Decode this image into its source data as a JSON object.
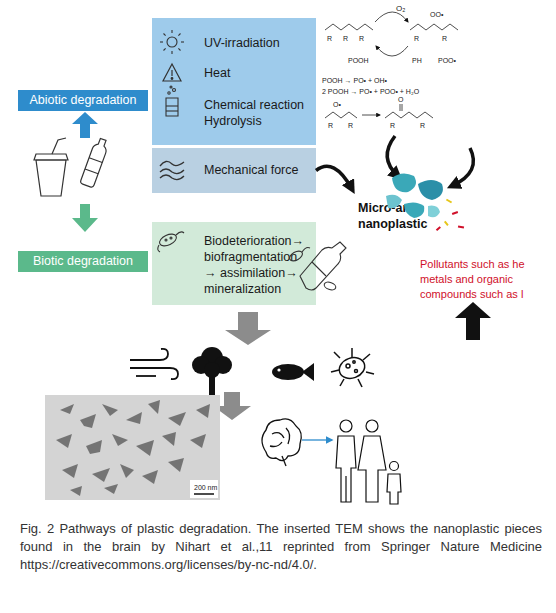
{
  "diagram": {
    "caption": "Fig. 2 Pathways of plastic degradation. The inserted TEM shows the nanoplastic pieces found in the brain by Nihart et al.,11 reprinted from Springer Nature Medicine https://creativecommons.org/licenses/by-nc-nd/4.0/.",
    "nodes": [
      {
        "text": [
          "Abiotic degradation"
        ]
      },
      {
        "text": [
          "UV-irradiation",
          "Heat",
          "Chemical reaction Hydrolysis"
        ]
      },
      {
        "text": [
          "Mechanical force"
        ]
      },
      {
        "text": [
          "Micro-and nanoplastic"
        ]
      },
      {
        "text": [
          "Biotic degradation"
        ]
      },
      {
        "text": [
          "Biodeterioration→ biofragmentation → assimilation→ mineralization"
        ]
      }
    ],
    "edges": [
      {
        "from": 2,
        "to": 3,
        "arrow": "to"
      }
    ],
    "labels": [
      "O₂",
      "OO•",
      "POO•",
      "POOH",
      "PH",
      "POOH → PO• + OH•",
      "2 POOH → PO• + POO• + H₂O",
      "O•",
      "O",
      "R",
      "R",
      "R",
      "R",
      "R",
      "R",
      "R",
      "R",
      "R",
      "Pollutants such as he metals and organic compounds such as l",
      "200 nm"
    ]
  }
}
